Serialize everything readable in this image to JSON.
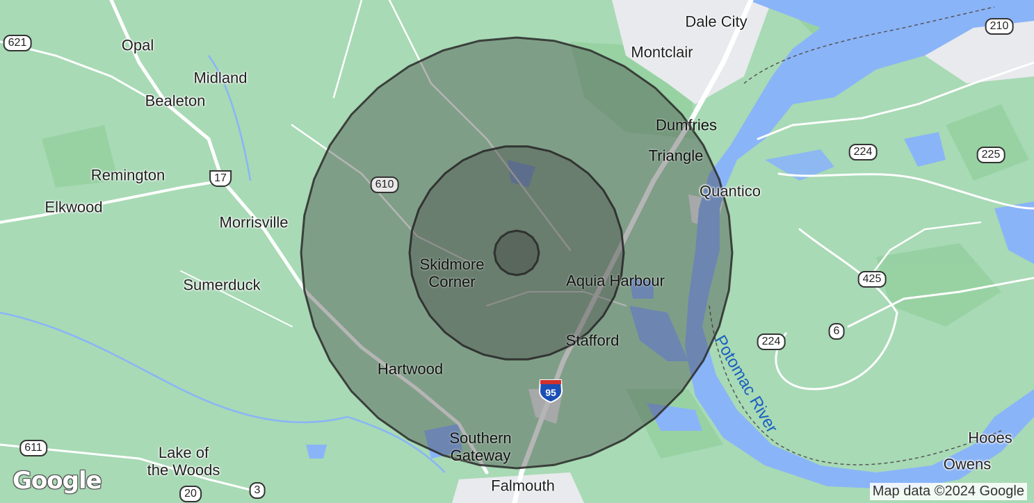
{
  "map": {
    "places": [
      {
        "id": "dale-city",
        "label": "Dale City"
      },
      {
        "id": "montclair",
        "label": "Montclair"
      },
      {
        "id": "opal",
        "label": "Opal"
      },
      {
        "id": "midland",
        "label": "Midland"
      },
      {
        "id": "bealeton",
        "label": "Bealeton"
      },
      {
        "id": "dumfries",
        "label": "Dumfries"
      },
      {
        "id": "triangle",
        "label": "Triangle"
      },
      {
        "id": "remington",
        "label": "Remington"
      },
      {
        "id": "quantico",
        "label": "Quantico"
      },
      {
        "id": "elkwood",
        "label": "Elkwood"
      },
      {
        "id": "morrisville",
        "label": "Morrisville"
      },
      {
        "id": "skidmore-corner",
        "label": "Skidmore\nCorner"
      },
      {
        "id": "aquia-harbour",
        "label": "Aquia Harbour"
      },
      {
        "id": "sumerduck",
        "label": "Sumerduck"
      },
      {
        "id": "stafford",
        "label": "Stafford"
      },
      {
        "id": "hartwood",
        "label": "Hartwood"
      },
      {
        "id": "southern-gateway",
        "label": "Southern\nGateway"
      },
      {
        "id": "lake-of-the-woods",
        "label": "Lake of\nthe Woods"
      },
      {
        "id": "falmouth",
        "label": "Falmouth"
      },
      {
        "id": "hooes",
        "label": "Hooes"
      },
      {
        "id": "owens",
        "label": "Owens"
      }
    ],
    "water_labels": [
      {
        "id": "potomac-river",
        "label": "Potomac River"
      }
    ],
    "route_shields": [
      {
        "id": "621",
        "label": "621"
      },
      {
        "id": "210",
        "label": "210"
      },
      {
        "id": "17",
        "label": "17"
      },
      {
        "id": "610",
        "label": "610"
      },
      {
        "id": "224-north",
        "label": "224"
      },
      {
        "id": "225",
        "label": "225"
      },
      {
        "id": "425",
        "label": "425"
      },
      {
        "id": "224-south",
        "label": "224"
      },
      {
        "id": "6",
        "label": "6"
      },
      {
        "id": "95",
        "label": "95"
      },
      {
        "id": "611",
        "label": "611"
      },
      {
        "id": "20",
        "label": "20"
      },
      {
        "id": "3",
        "label": "3"
      }
    ],
    "radius_rings": {
      "count": 3,
      "fill_color": "#3c3c3c",
      "stroke_color": "#2a2a2a"
    },
    "colors": {
      "land": "#a8dab5",
      "water": "#8ab4f8",
      "urban": "#e8eaed",
      "road": "#ffffff"
    },
    "logo": "Google",
    "attribution": "Map data ©2024 Google"
  }
}
